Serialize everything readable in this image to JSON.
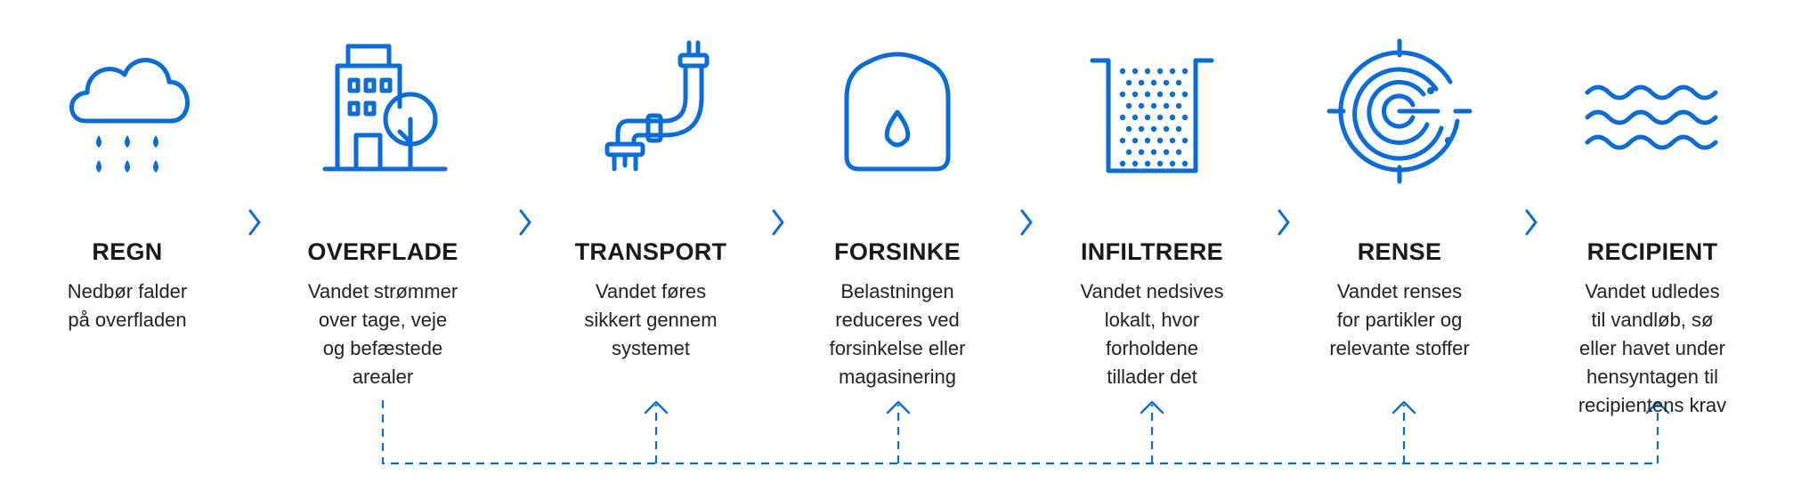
{
  "colors": {
    "accent": "#0a6cd8",
    "text": "#1a1a1a"
  },
  "steps": [
    {
      "id": "regn",
      "icon": "rain-cloud-icon",
      "title": "REGN",
      "lines": [
        "Nedbør falder",
        "på overfladen"
      ]
    },
    {
      "id": "overflade",
      "icon": "building-tree-icon",
      "title": "OVERFLADE",
      "lines": [
        "Vandet strømmer",
        "over tage, veje",
        "og befæstede",
        "arealer"
      ]
    },
    {
      "id": "transport",
      "icon": "pipe-icon",
      "title": "TRANSPORT",
      "lines": [
        "Vandet føres",
        "sikkert gennem",
        "systemet"
      ]
    },
    {
      "id": "forsinke",
      "icon": "tank-drop-icon",
      "title": "FORSINKE",
      "lines": [
        "Belastningen",
        "reduceres ved",
        "forsinkelse eller",
        "magasinering"
      ]
    },
    {
      "id": "infiltrere",
      "icon": "infiltration-basin-icon",
      "title": "INFILTRERE",
      "lines": [
        "Vandet nedsives",
        "lokalt, hvor",
        "forholdene",
        "tillader det"
      ]
    },
    {
      "id": "rense",
      "icon": "target-filter-icon",
      "title": "RENSE",
      "lines": [
        "Vandet renses",
        "for partikler og",
        "relevante stoffer"
      ]
    },
    {
      "id": "recipient",
      "icon": "waves-icon",
      "title": "RECIPIENT",
      "lines": [
        "Vandet udledes",
        "til vandløb, sø",
        "eller havet under",
        "hensyntagen til",
        "recipientens krav"
      ]
    }
  ]
}
